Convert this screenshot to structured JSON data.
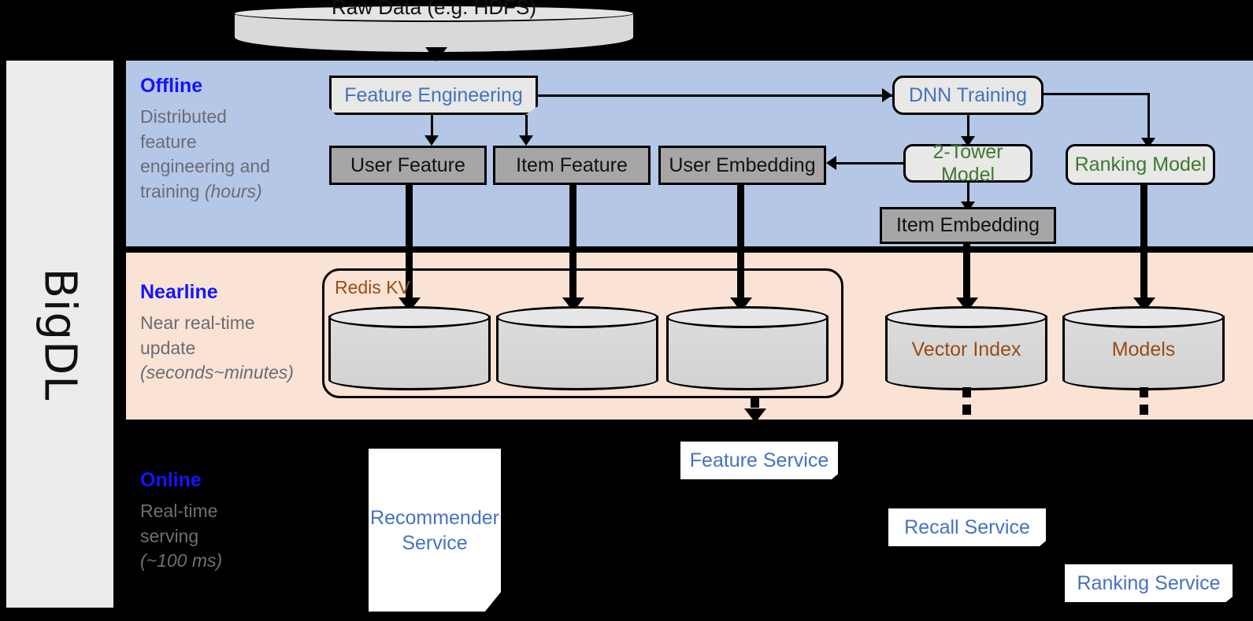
{
  "rail": {
    "label": "BigDL"
  },
  "top": {
    "raw_data": "Raw Data (e.g. HDFS)"
  },
  "bands": {
    "offline": {
      "title": "Offline",
      "subtitle_line1": "Distributed",
      "subtitle_line2": "feature",
      "subtitle_line3": "engineering and",
      "subtitle_line4": "training ",
      "subtitle_em": "(hours)",
      "color": "#b4c7e7"
    },
    "nearline": {
      "title": "Nearline",
      "subtitle_line1": "Near real-time",
      "subtitle_line2": "update",
      "subtitle_em": "(seconds~minutes)",
      "color": "#fae3d4"
    },
    "online": {
      "title": "Online",
      "subtitle_line1": "Real-time",
      "subtitle_line2": "serving",
      "subtitle_em": "(~100 ms)",
      "color": "#000000"
    }
  },
  "offline_nodes": {
    "feature_engineering": "Feature Engineering",
    "dnn_training": "DNN Training",
    "user_feature": "User Feature",
    "item_feature": "Item Feature",
    "user_embedding": "User Embedding",
    "two_tower_model": "2-Tower Model",
    "ranking_model": "Ranking Model",
    "item_embedding": "Item Embedding"
  },
  "nearline_nodes": {
    "redis_kv": "Redis KV",
    "redis_cyl_1": "",
    "redis_cyl_2": "",
    "redis_cyl_3": "",
    "vector_index": "Vector Index",
    "models": "Models"
  },
  "online_nodes": {
    "recommender_service": "Recommender Service",
    "feature_service": "Feature Service",
    "recall_service": "Recall Service",
    "ranking_service": "Ranking Service"
  },
  "colors": {
    "blue_title": "#1414ff",
    "process_blue_text": "#4472c4",
    "model_green_text": "#3c7a30",
    "storage_brown_text": "#9a4a13",
    "grey_box_fill": "#a6a6a6",
    "process_fill": "#e8e8e6",
    "rail_fill": "#ececec"
  }
}
